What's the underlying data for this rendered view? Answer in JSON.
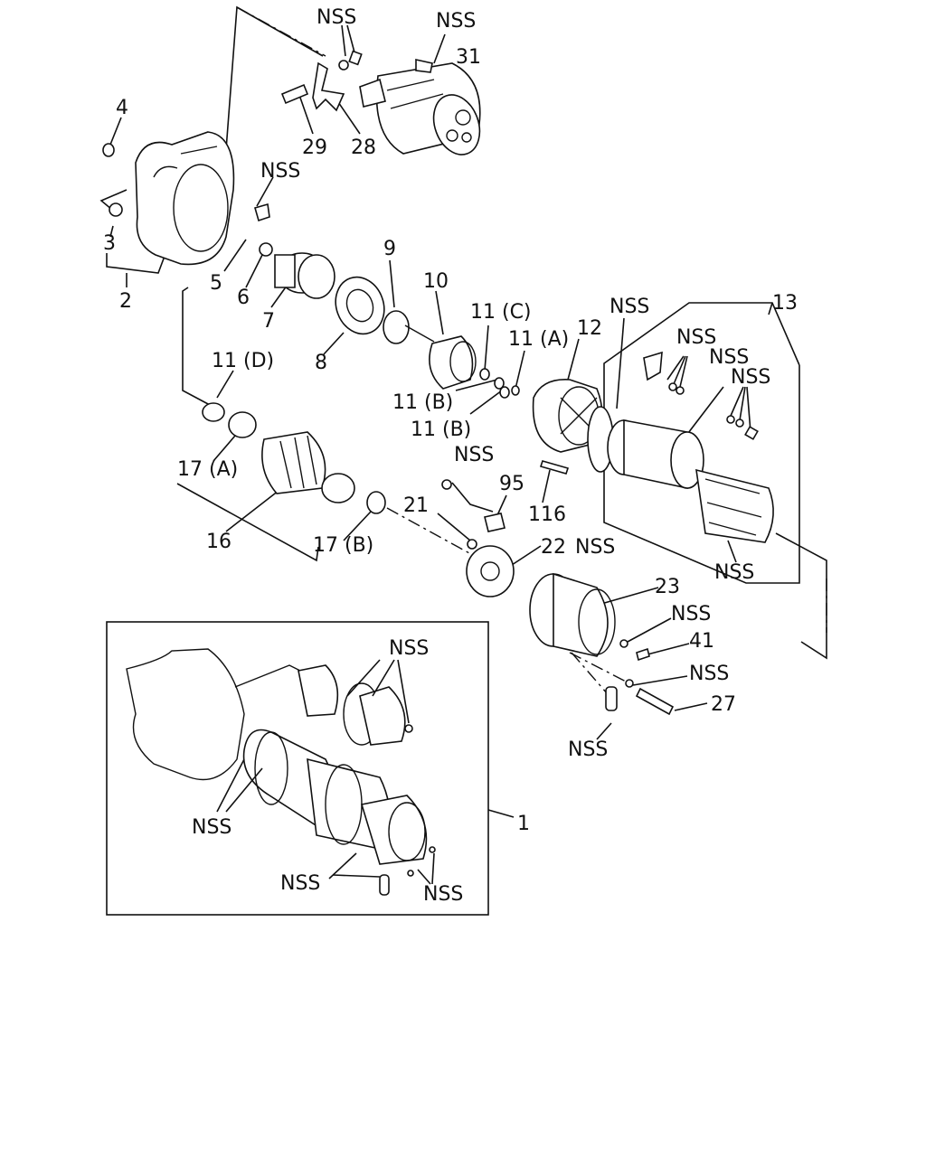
{
  "labels": {
    "nss": "NSS",
    "p1": "1",
    "p2": "2",
    "p3": "3",
    "p4": "4",
    "p5": "5",
    "p6": "6",
    "p7": "7",
    "p8": "8",
    "p9": "9",
    "p10": "10",
    "p11a": "11 (A)",
    "p11b": "11 (B)",
    "p11c": "11 (C)",
    "p11d": "11 (D)",
    "p12": "12",
    "p13": "13",
    "p16": "16",
    "p17a": "17 (A)",
    "p17b": "17 (B)",
    "p21": "21",
    "p22": "22",
    "p23": "23",
    "p27": "27",
    "p28": "28",
    "p29": "29",
    "p31": "31",
    "p41": "41",
    "p95": "95",
    "p116": "116"
  }
}
